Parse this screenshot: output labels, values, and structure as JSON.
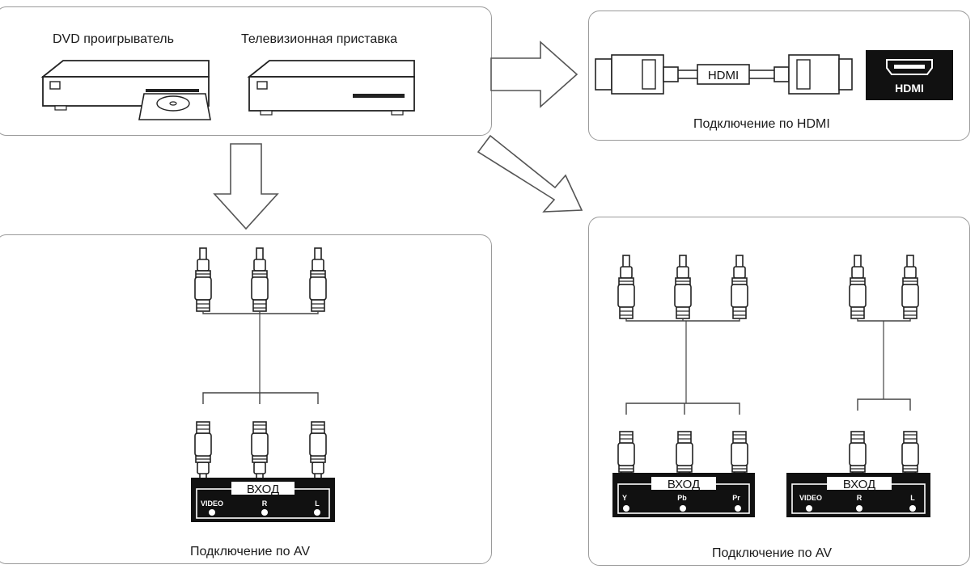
{
  "devices": {
    "dvd_label": "DVD проигрыватель",
    "settop_label": "Телевизионная приставка"
  },
  "hdmi": {
    "cable_label": "HDMI",
    "port_label": "HDMI",
    "caption": "Подключение по HDMI"
  },
  "av_left": {
    "panel_title": "ВХОД",
    "ports": [
      "VIDEO",
      "R",
      "L"
    ],
    "caption": "Подключение по AV"
  },
  "av_right": {
    "component_panel": {
      "title": "ВХОД",
      "ports": [
        "Y",
        "Pb",
        "Pr"
      ]
    },
    "av_panel": {
      "title": "ВХОД",
      "ports": [
        "VIDEO",
        "R",
        "L"
      ]
    },
    "caption": "Подключение по AV"
  }
}
